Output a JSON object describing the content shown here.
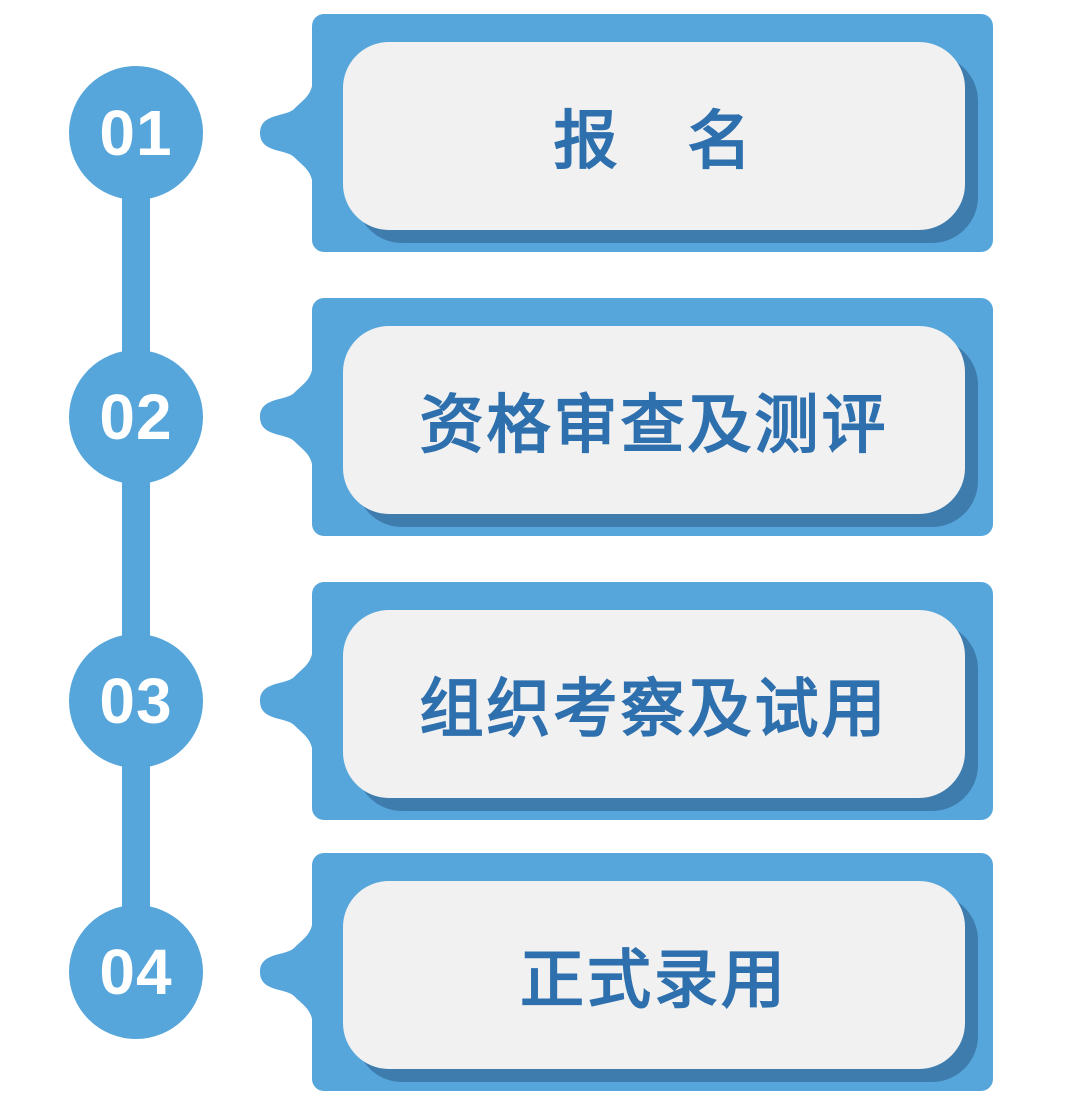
{
  "colors": {
    "primary": "#57A6DB",
    "shadow": "#3E7CAE",
    "panel": "#F1F1F1",
    "text": "#2E6FAD",
    "number_text": "#FFFFFF"
  },
  "steps": [
    {
      "number": "01",
      "label": "报　名"
    },
    {
      "number": "02",
      "label": "资格审查及测评"
    },
    {
      "number": "03",
      "label": "组织考察及试用"
    },
    {
      "number": "04",
      "label": "正式录用"
    }
  ]
}
